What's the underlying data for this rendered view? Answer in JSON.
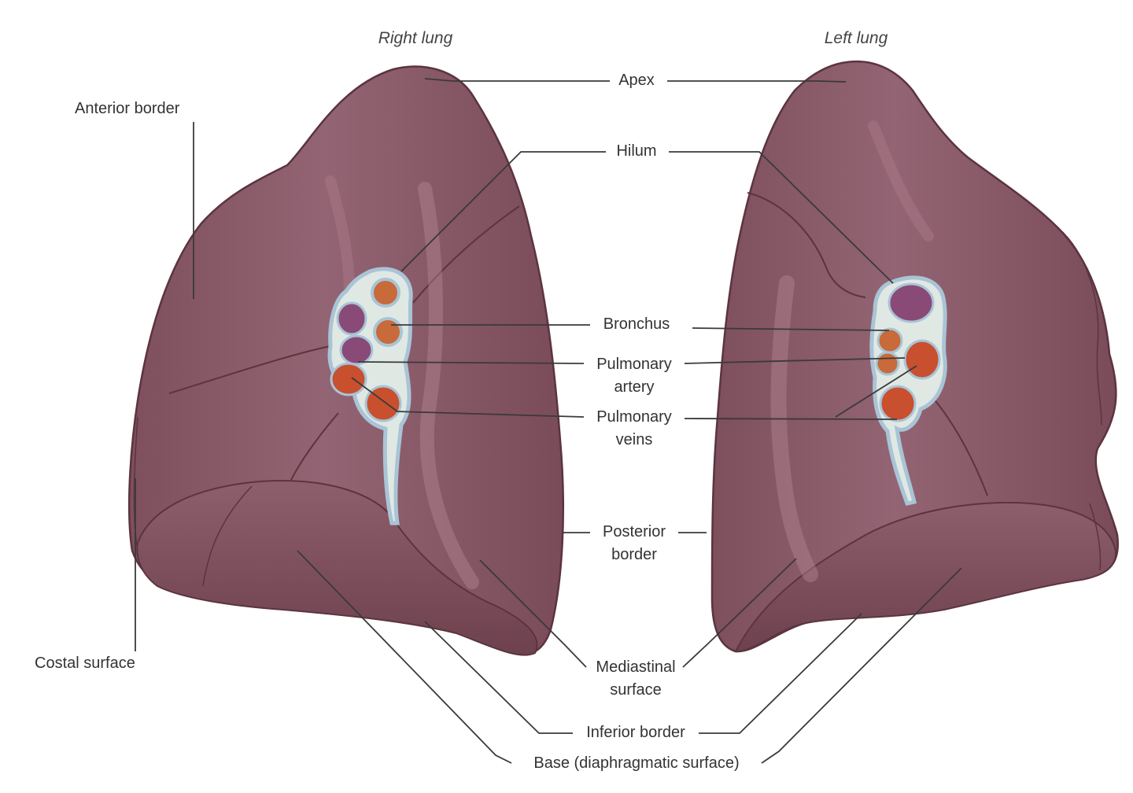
{
  "figure": {
    "titles": {
      "right": "Right lung",
      "left": "Left lung"
    },
    "labels": {
      "apex": "Apex",
      "hilum": "Hilum",
      "anterior_border": "Anterior border",
      "bronchus": "Bronchus",
      "pulmonary_artery": [
        "Pulmonary",
        "artery"
      ],
      "pulmonary_veins": [
        "Pulmonary",
        "veins"
      ],
      "posterior_border": [
        "Posterior",
        "border"
      ],
      "costal_surface": "Costal surface",
      "mediastinal_surface": [
        "Mediastinal",
        "surface"
      ],
      "inferior_border": "Inferior border",
      "base": "Base (diaphragmatic surface)"
    },
    "colors": {
      "lung_tissue": "#8a5a67",
      "lung_dark": "#6f4350",
      "hilum_pleura": "#a9c4d6",
      "bronchus": "#c86a3a",
      "artery": "#8a4a78",
      "vein": "#c8502e",
      "leader_line": "#3a3a3a"
    }
  }
}
